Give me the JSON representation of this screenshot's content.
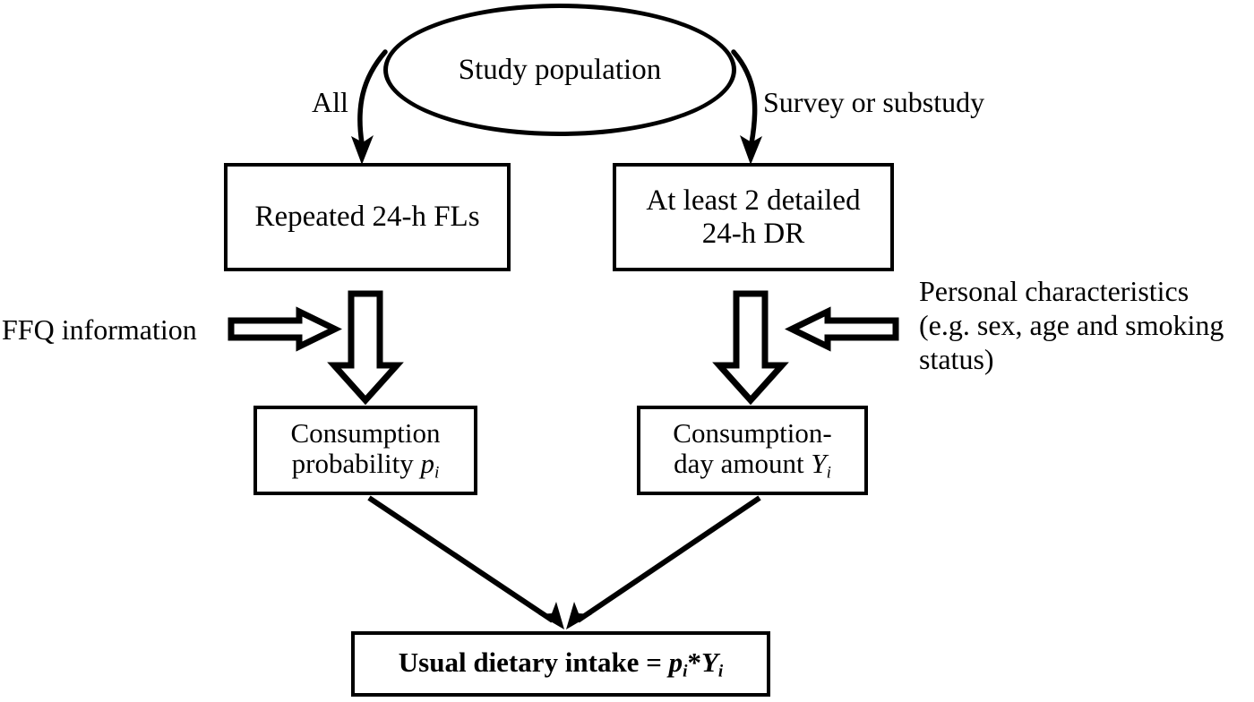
{
  "diagram": {
    "title": "Usual dietary intake estimation flowchart",
    "colors": {
      "stroke": "#000000",
      "fill": "#ffffff",
      "background": "#ffffff"
    },
    "nodes": {
      "study_population": {
        "label": "Study population",
        "shape": "ellipse"
      },
      "repeated_fl": {
        "label": "Repeated 24-h FLs",
        "shape": "rectangle"
      },
      "detailed_dr": {
        "label": "At least 2 detailed\n24-h DR",
        "shape": "rectangle"
      },
      "consumption_probability": {
        "line1": "Consumption",
        "line2_prefix": "probability ",
        "symbol": "p",
        "subscript": "i",
        "shape": "rectangle"
      },
      "consumption_day_amount": {
        "line1": "Consumption-",
        "line2_prefix": "day amount ",
        "symbol": "Y",
        "subscript": "i",
        "shape": "rectangle"
      },
      "usual_intake": {
        "prefix": "Usual dietary intake = ",
        "symbol1": "p",
        "subscript1": "i",
        "operator": "*",
        "symbol2": "Y",
        "subscript2": "i",
        "shape": "rectangle"
      }
    },
    "edge_labels": {
      "all": "All",
      "survey_or_substudy": "Survey or substudy"
    },
    "input_labels": {
      "ffq": "FFQ information",
      "personal": "Personal characteristics\n(e.g. sex, age and smoking\nstatus)"
    },
    "arrows": {
      "curved_left": "curved-arrow-all",
      "curved_right": "curved-arrow-survey",
      "block_down_left": "block-arrow-down-left",
      "block_down_right": "block-arrow-down-right",
      "block_right_ffq": "block-arrow-right-ffq",
      "block_left_personal": "block-arrow-left-personal",
      "diagonal_left": "diagonal-arrow-to-usual-left",
      "diagonal_right": "diagonal-arrow-to-usual-right"
    }
  }
}
